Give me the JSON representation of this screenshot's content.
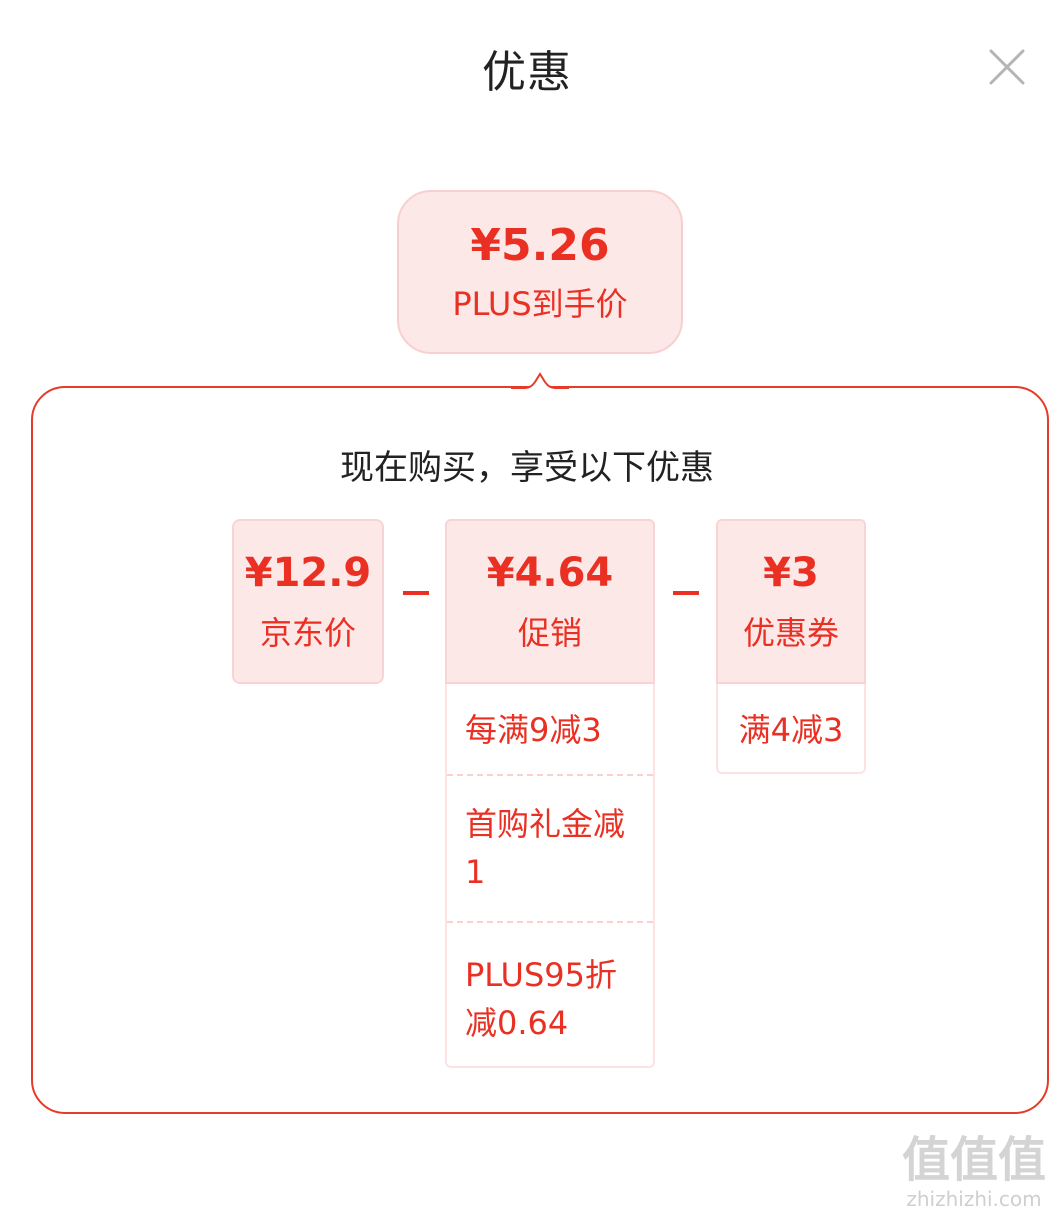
{
  "dialog": {
    "title": "优惠",
    "close_icon": "close-icon"
  },
  "final_price": {
    "amount": "¥5.26",
    "label": "PLUS到手价"
  },
  "breakdown": {
    "subtitle": "现在购买，享受以下优惠",
    "jd_price": {
      "amount": "¥12.9",
      "label": "京东价"
    },
    "promotion": {
      "amount": "¥4.64",
      "label": "促销",
      "items": [
        "每满9减3",
        "首购礼金减1",
        "PLUS95折减0.64"
      ]
    },
    "coupon": {
      "amount": "¥3",
      "label": "优惠券",
      "items": [
        "满4减3"
      ]
    },
    "operator_symbol": "minus"
  },
  "watermark": {
    "logo_text": "值值值",
    "url": "zhizhizhi.com"
  },
  "colors": {
    "accent": "#e93023",
    "light_accent_bg": "#fde8e8",
    "panel_border": "#e53b28",
    "text": "#222222"
  }
}
